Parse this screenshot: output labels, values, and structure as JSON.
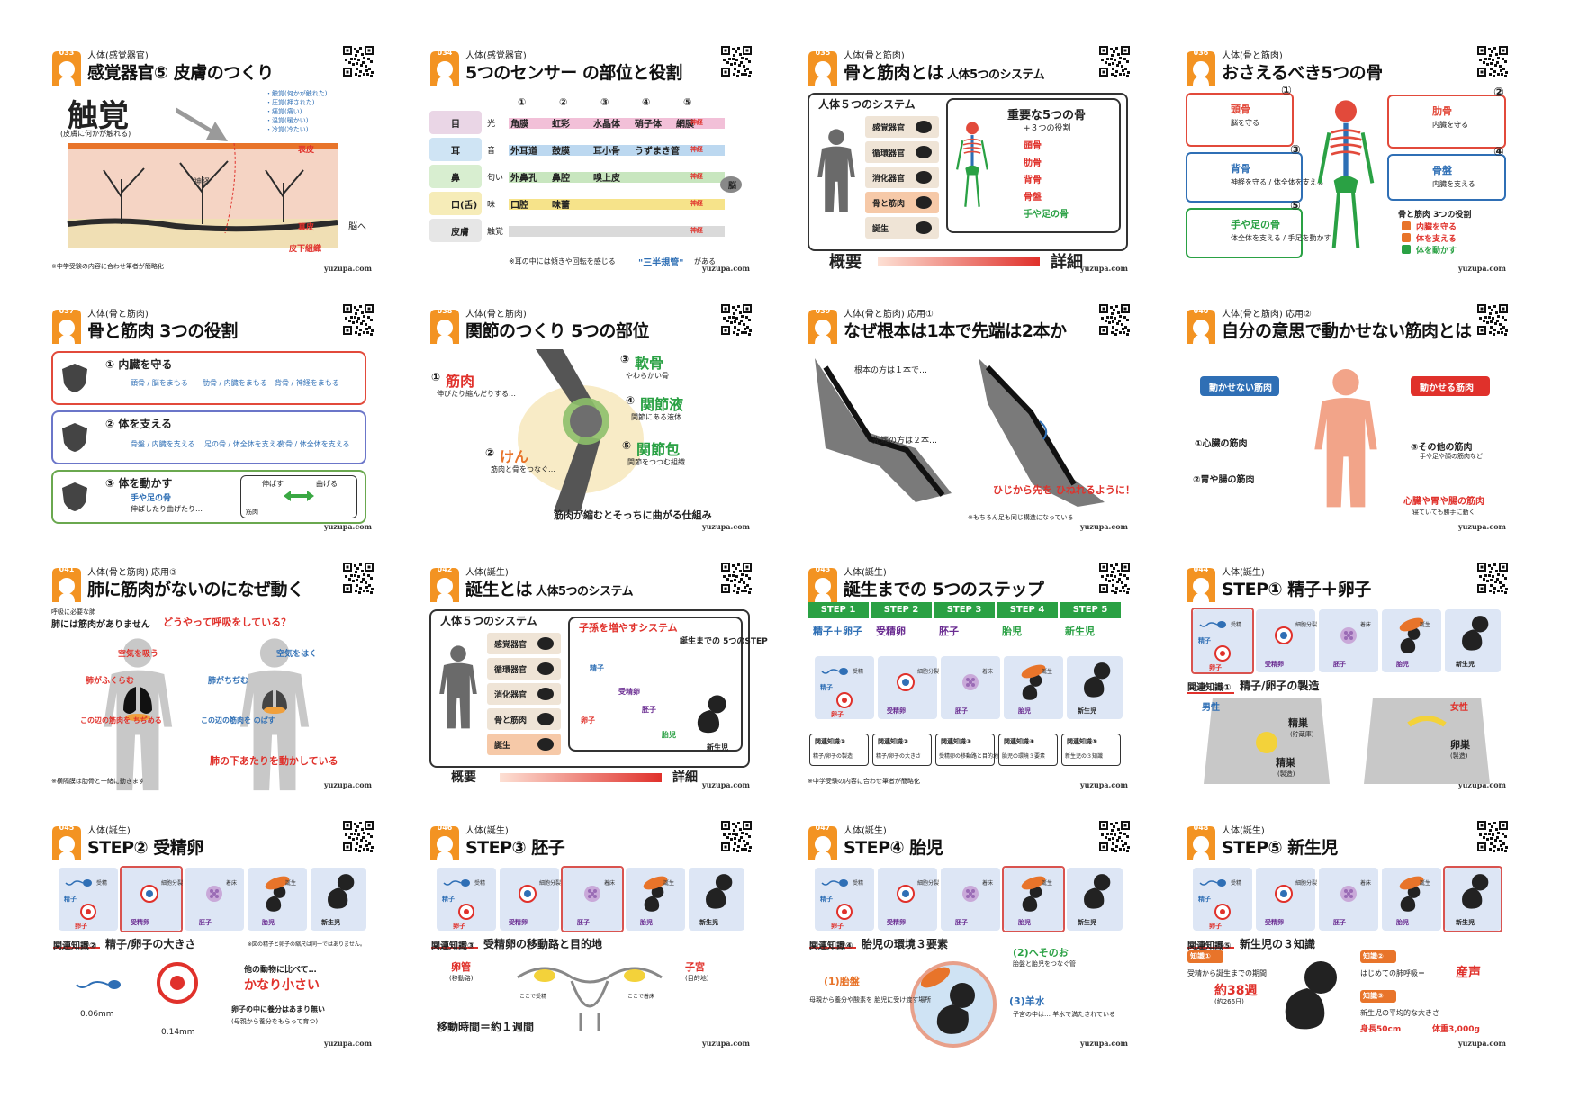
{
  "site": "yuzupa.com",
  "cards": [
    {
      "num": "033",
      "category": "人体(感覚器官)",
      "title": "感覚器官⑤ 皮膚のつくり",
      "big": "触覚",
      "big_sub": "(皮膚に何かが触れる)",
      "list": [
        "・触覚(何かが触れた)",
        "・圧覚(押された)",
        "・痛覚(痛い)",
        "・温覚(暖かい)",
        "・冷覚(冷たい)"
      ],
      "labels": [
        "表皮",
        "神経",
        "真皮",
        "皮下組織",
        "脳へ"
      ],
      "note": "※中学受験の内容に合わせ筆者が簡略化"
    },
    {
      "num": "034",
      "category": "人体(感覚器官)",
      "title": "5つのセンサー の部位と役割",
      "cols": [
        "①",
        "②",
        "③",
        "④",
        "⑤"
      ],
      "rows": [
        {
          "organ": "目",
          "stim": "光",
          "parts": [
            "角膜",
            "虹彩",
            "水晶体",
            "硝子体",
            "網膜"
          ],
          "nerve": "神経"
        },
        {
          "organ": "耳",
          "stim": "音",
          "parts": [
            "外耳道",
            "鼓膜",
            "耳小骨",
            "うずまき管",
            ""
          ],
          "nerve": "神経"
        },
        {
          "organ": "鼻",
          "stim": "匂い",
          "parts": [
            "外鼻孔",
            "鼻腔",
            "嗅上皮",
            "",
            ""
          ],
          "nerve": "神経"
        },
        {
          "organ": "口(舌)",
          "stim": "味",
          "parts": [
            "口腔",
            "味蕾",
            "",
            "",
            ""
          ],
          "nerve": "神経"
        },
        {
          "organ": "皮膚",
          "stim": "触覚",
          "parts": [
            "",
            "",
            "",
            "",
            ""
          ],
          "nerve": "神経"
        }
      ],
      "brain": "脳",
      "note": "※耳の中には傾きや回転を感じる",
      "note_em": "\"三半規管\"",
      "note_tail": "がある"
    },
    {
      "num": "035",
      "category": "人体(骨と筋肉)",
      "title": "骨と筋肉とは",
      "title_sub": "人体5つのシステム",
      "sys_title": "人体５つのシステム",
      "systems": [
        "感覚器官",
        "循環器官",
        "消化器官",
        "骨と筋肉",
        "誕生"
      ],
      "bones_title": "重要な5つの骨",
      "bones_sub": "+３つの役割",
      "bones": [
        "頭骨",
        "肋骨",
        "背骨",
        "骨盤",
        "手や足の骨"
      ],
      "overview": "概要",
      "detail": "詳細"
    },
    {
      "num": "036",
      "category": "人体(骨と筋肉)",
      "title": "おさえるべき5つの骨",
      "items": [
        {
          "n": "①",
          "name": "頭骨",
          "desc": "脳を守る"
        },
        {
          "n": "②",
          "name": "肋骨",
          "desc": "内臓を守る"
        },
        {
          "n": "③",
          "name": "背骨",
          "desc": "神経を守る / 体全体を支える"
        },
        {
          "n": "④",
          "name": "骨盤",
          "desc": "内臓を支える"
        },
        {
          "n": "⑤",
          "name": "手や足の骨",
          "desc": "体全体を支える / 手足を動かす"
        }
      ],
      "roles_title": "骨と筋肉 3つの役割",
      "roles": [
        "内臓を守る",
        "体を支える",
        "体を動かす"
      ]
    },
    {
      "num": "037",
      "category": "人体(骨と筋肉)",
      "title": "骨と筋肉 3つの役割",
      "r1": "① 内臓を守る",
      "r1_items": [
        "頭骨 / 脳をまもる",
        "肋骨 / 内臓をまもる",
        "背骨 / 神経をまもる"
      ],
      "r2": "② 体を支える",
      "r2_items": [
        "骨盤 / 内臓を支える",
        "足の骨 / 体全体を支える",
        "背骨 / 体全体を支える"
      ],
      "r3": "③ 体を動かす",
      "r3_items": [
        "手や足の骨",
        "伸ばしたり曲げたり…"
      ],
      "r3_extra": [
        "伸ばす",
        "曲げる",
        "筋肉"
      ]
    },
    {
      "num": "038",
      "category": "人体(骨と筋肉)",
      "title": "関節のつくり 5つの部位",
      "parts": [
        {
          "n": "①",
          "name": "筋肉",
          "desc": "伸びたり縮んだりする…"
        },
        {
          "n": "②",
          "name": "けん",
          "desc": "筋肉と骨をつなぐ…"
        },
        {
          "n": "③",
          "name": "軟骨",
          "desc": "やわらかい骨"
        },
        {
          "n": "④",
          "name": "関節液",
          "desc": "関節にある液体"
        },
        {
          "n": "⑤",
          "name": "関節包",
          "desc": "関節をつつむ組織"
        }
      ],
      "bottom": "筋肉が縮むとそっちに曲がる仕組み"
    },
    {
      "num": "039",
      "category": "人体(骨と筋肉) 応用①",
      "title": "なぜ根本は1本で先端は2本か",
      "l1": "根本の方は１本で…",
      "l2": "先端の方は２本…",
      "answer": "ひじから先を ひねれるように！",
      "note": "※もちろん足も同じ構造になっている"
    },
    {
      "num": "040",
      "category": "人体(骨と筋肉) 応用②",
      "title": "自分の意思で動かせない筋肉とは",
      "cannot": "動かせない筋肉",
      "can": "動かせる筋肉",
      "l1": "①心臓の筋肉",
      "l2": "②胃や腸の筋肉",
      "l3": "③その他の筋肉",
      "l3_sub": "手や足や顔の筋肉など",
      "answer": "心臓や胃や腸の筋肉",
      "answer_sub": "寝ていても勝手に動く"
    },
    {
      "num": "041",
      "category": "人体(骨と筋肉) 応用③",
      "title": "肺に筋肉がないのになぜ動く",
      "l0": "呼吸に必要な肺",
      "l0b": "肺には筋肉がありません",
      "q": "どうやって呼吸をしている？",
      "s1": "空気を吸う",
      "s2": "空気をはく",
      "s3": "肺がふくらむ",
      "s4": "肺がちぢむ",
      "s5": "この辺の筋肉を ちぢめる",
      "s6": "この辺の筋肉を のばす",
      "answer": "肺の下あたりを動かしている",
      "note": "※横隔膜は肋骨と一緒に動きます"
    },
    {
      "num": "042",
      "category": "人体(誕生)",
      "title": "誕生とは",
      "title_sub": "人体5つのシステム",
      "sys_title": "人体５つのシステム",
      "systems": [
        "感覚器官",
        "循環器官",
        "消化器官",
        "骨と筋肉",
        "誕生"
      ],
      "box_title": "子孫を増やすシステム",
      "box_sub": "誕生までの 5つのSTEP",
      "stages": [
        "精子",
        "卵子",
        "受精卵",
        "胚子",
        "胎児",
        "新生児"
      ],
      "overview": "概要",
      "detail": "詳細"
    },
    {
      "num": "043",
      "category": "人体(誕生)",
      "title": "誕生までの 5つのステップ",
      "steps": [
        "STEP 1",
        "STEP 2",
        "STEP 3",
        "STEP 4",
        "STEP 5"
      ],
      "names": [
        "精子＋卵子",
        "受精卵",
        "胚子",
        "胎児",
        "新生児"
      ],
      "related": [
        "関連知識①",
        "関連知識②",
        "関連知識③",
        "関連知識④",
        "関連知識⑤"
      ],
      "related_desc": [
        "精子/卵子の製造",
        "精子/卵子の大きさ",
        "受精卵の移動路と目的地",
        "胎児の環境３要素",
        "新生児の３知識"
      ],
      "note": "※中学受験の内容に合わせ筆者が簡略化"
    },
    {
      "num": "044",
      "category": "人体(誕生)",
      "title": "STEP① 精子＋卵子",
      "related": "関連知識①",
      "related_t": "精子/卵子の製造",
      "male": "男性",
      "female": "女性",
      "m1": "精巣",
      "m1s": "(貯蔵庫)",
      "m2": "精巣",
      "m2s": "(製造)",
      "f1": "卵巣",
      "f1s": "(製造)"
    },
    {
      "num": "045",
      "category": "人体(誕生)",
      "title": "STEP② 受精卵",
      "related": "関連知識②",
      "related_t": "精子/卵子の大きさ",
      "related_note": "※図の精子と卵子の縮尺は同一ではありません。",
      "size1": "0.06mm",
      "size2": "0.14mm",
      "cmp": "他の動物に比べて…",
      "cmp_b": "かなり小さい",
      "cmp_c": "卵子の中に養分はあまり無い",
      "cmp_d": "(母親から養分をもらって育つ)"
    },
    {
      "num": "046",
      "category": "人体(誕生)",
      "title": "STEP③ 胚子",
      "related": "関連知識③",
      "related_t": "受精卵の移動路と目的地",
      "l1": "卵管",
      "l1s": "(移動路)",
      "l2": "子宮",
      "l2s": "(目的地)",
      "l3": "ここで受精",
      "l4": "ここで着床",
      "time": "移動時間＝約１週間"
    },
    {
      "num": "047",
      "category": "人体(誕生)",
      "title": "STEP④ 胎児",
      "related": "関連知識④",
      "related_t": "胎児の環境３要素",
      "e1": "(1)胎盤",
      "e1d": "母親から養分や酸素を 胎児に受け渡す場所",
      "e2": "(2)へそのお",
      "e2d": "胎盤と胎児をつなぐ管",
      "e3": "(3)羊水",
      "e3d": "子宮の中は… 羊水で満たされている"
    },
    {
      "num": "048",
      "category": "人体(誕生)",
      "title": "STEP⑤ 新生児",
      "related": "関連知識⑤",
      "related_t": "新生児の３知識",
      "k1": "知識①",
      "k1d": "受精から誕生までの期間",
      "k1v": "約38週",
      "k1s": "(約266日)",
      "k2": "知識②",
      "k2d": "はじめての肺呼吸＝",
      "k2v": "産声",
      "k3": "知識③",
      "k3d": "新生児の平均的な大きさ",
      "k3v1": "身長50cm",
      "k3v2": "体重3,000g"
    }
  ],
  "stage_labels": [
    "精子",
    "受精卵",
    "胚子",
    "胎児",
    "新生児",
    "卵子"
  ],
  "arrow_labels": [
    "受精",
    "細胞分裂",
    "着床",
    "誕生"
  ],
  "colors": {
    "accent": "#e8742a",
    "red": "#e0312b",
    "blue": "#2f6fb5",
    "green": "#2aa144",
    "purple": "#6a2c91"
  }
}
